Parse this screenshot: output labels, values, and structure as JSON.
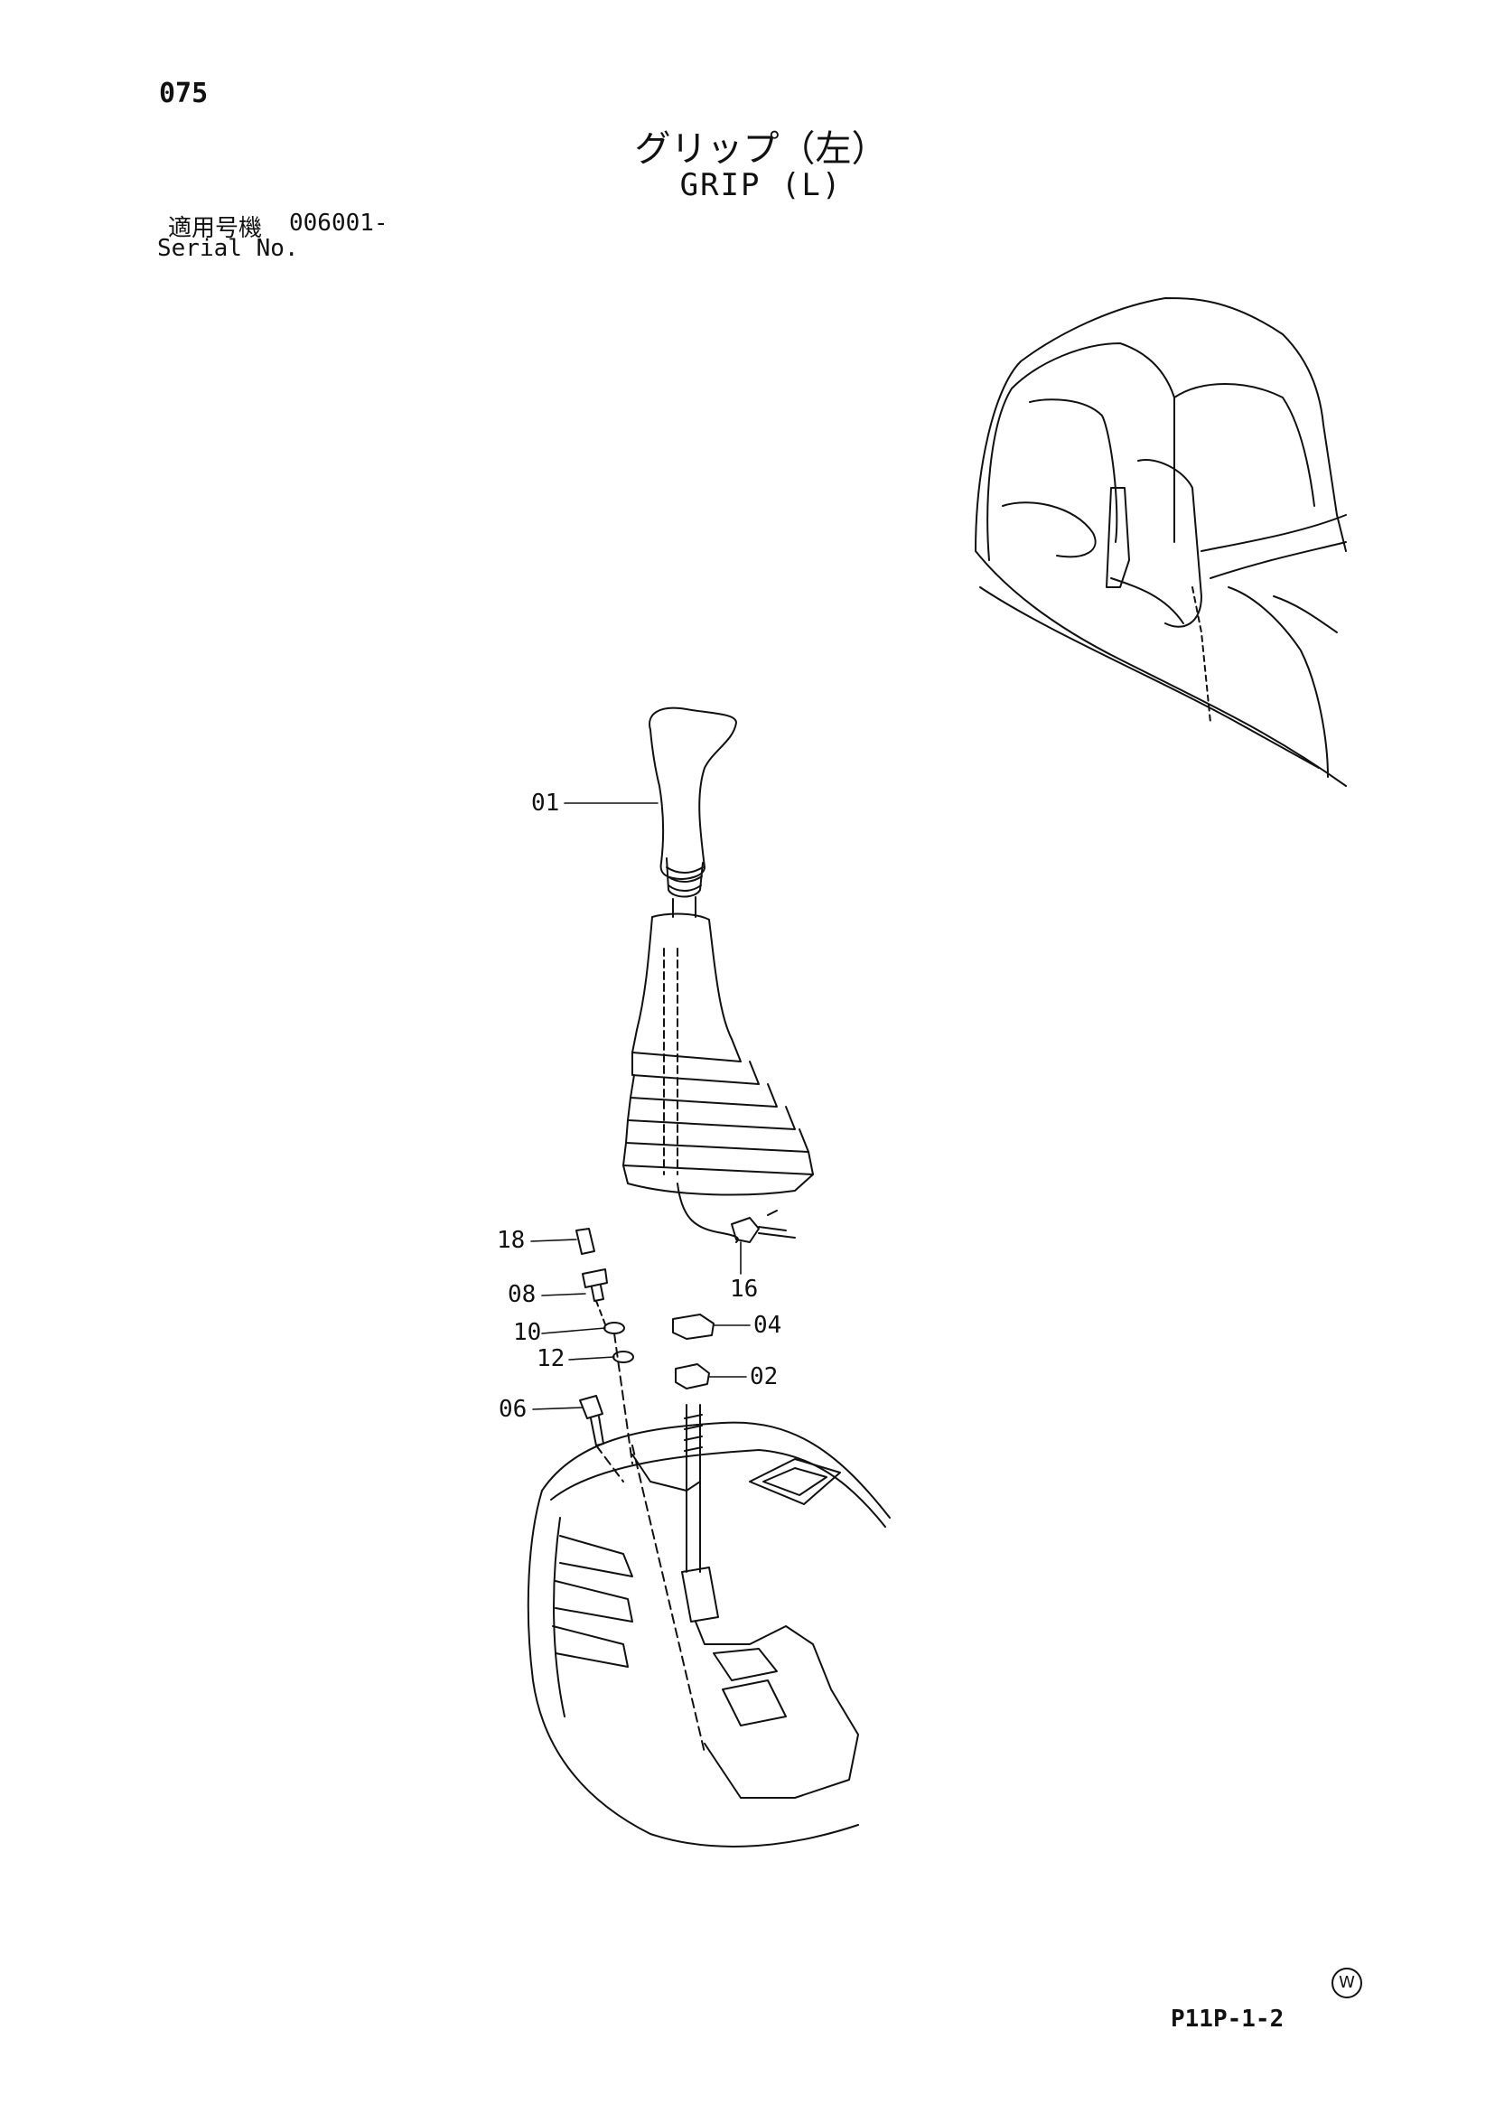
{
  "header": {
    "page_number": "075",
    "title_ja": "グリップ（左）",
    "title_en": "GRIP (L)",
    "serial_label_ja": "適用号機",
    "serial_number": "006001-",
    "serial_label_en": "Serial No."
  },
  "parts": {
    "p01": "01",
    "p02": "02",
    "p04": "04",
    "p06": "06",
    "p08": "08",
    "p10": "10",
    "p12": "12",
    "p16": "16",
    "p18": "18"
  },
  "footer": {
    "w_mark": "W",
    "drawing_code": "P11P-1-2"
  }
}
